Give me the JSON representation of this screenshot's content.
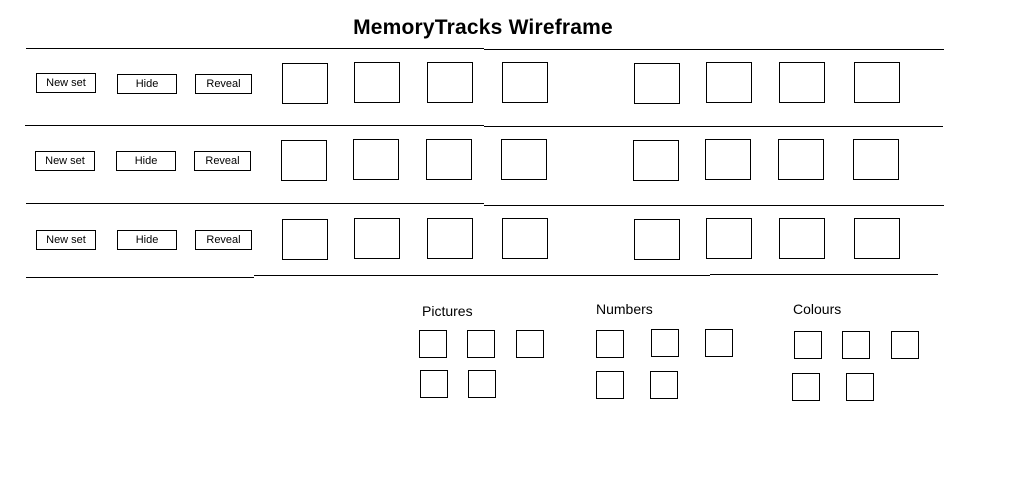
{
  "title": "MemoryTracks Wireframe",
  "tracks": [
    {
      "new_set_label": "New set",
      "hide_label": "Hide",
      "reveal_label": "Reveal"
    },
    {
      "new_set_label": "New set",
      "hide_label": "Hide",
      "reveal_label": "Reveal"
    },
    {
      "new_set_label": "New set",
      "hide_label": "Hide",
      "reveal_label": "Reveal"
    }
  ],
  "palettes": {
    "pictures": {
      "label": "Pictures"
    },
    "numbers": {
      "label": "Numbers"
    },
    "colours": {
      "label": "Colours"
    }
  }
}
